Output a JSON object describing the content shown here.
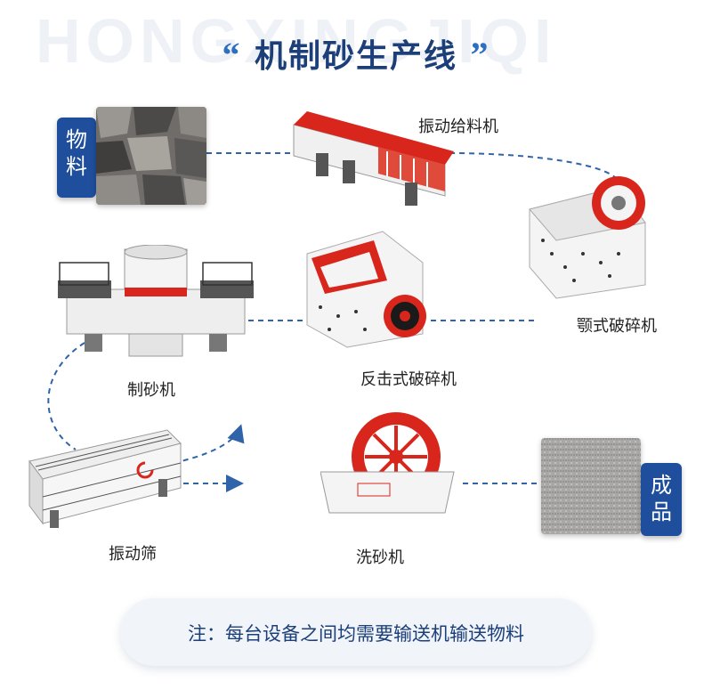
{
  "watermark": "HONGXINGJIQI",
  "title": {
    "open_quote": "“",
    "text": "机制砂生产线",
    "close_quote": "”"
  },
  "tags": {
    "material": [
      "物",
      "料"
    ],
    "product": [
      "成",
      "品"
    ]
  },
  "steps": {
    "feeder": "振动给料机",
    "jaw_crusher": "颚式破碎机",
    "impact_crusher": "反击式破碎机",
    "sand_maker": "制砂机",
    "screen": "振动筛",
    "sand_washer": "洗砂机"
  },
  "note": "注：每台设备之间均需要输送机输送物料",
  "colors": {
    "title": "#1c3f7a",
    "tag_bg": "#1f4f9c",
    "flow_line": "#2f64a8",
    "machine_red": "#d9261c",
    "machine_white": "#f4f4f4"
  }
}
